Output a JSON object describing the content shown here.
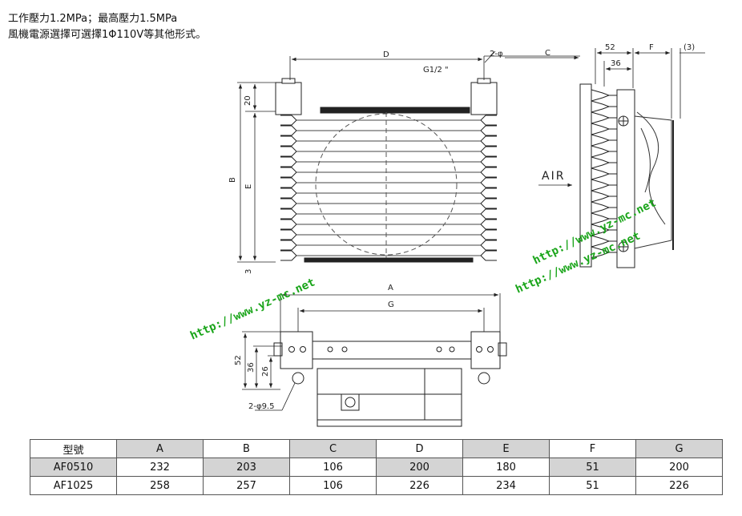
{
  "notes": {
    "line1": "工作壓力1.2MPa；最高壓力1.5MPa",
    "line2": "風機電源選擇可選擇1Φ110V等其他形式。"
  },
  "dims": {
    "D": "D",
    "G12": "G1/2 \"",
    "hole_top": "2-φ",
    "C": "C",
    "d52_side": "52",
    "d36_side": "36",
    "F": "F",
    "d3_side": "(3)",
    "d20": "20",
    "B": "B",
    "E": "E",
    "d3_bottom": "3",
    "air": "AIR",
    "A": "A",
    "G": "G",
    "d52": "52",
    "d36": "36",
    "d26": "26",
    "hole_bottom": "2-φ9.5"
  },
  "watermarks": [
    "http://www.yz-mc.net",
    "http://www.yz-mc.net",
    "http://www.yz-mc.net"
  ],
  "table": {
    "headers": [
      "型號",
      "A",
      "B",
      "C",
      "D",
      "E",
      "F",
      "G"
    ],
    "rows": [
      [
        "AF0510",
        "232",
        "203",
        "106",
        "200",
        "180",
        "51",
        "200"
      ],
      [
        "AF1025",
        "258",
        "257",
        "106",
        "226",
        "234",
        "51",
        "226"
      ]
    ]
  }
}
